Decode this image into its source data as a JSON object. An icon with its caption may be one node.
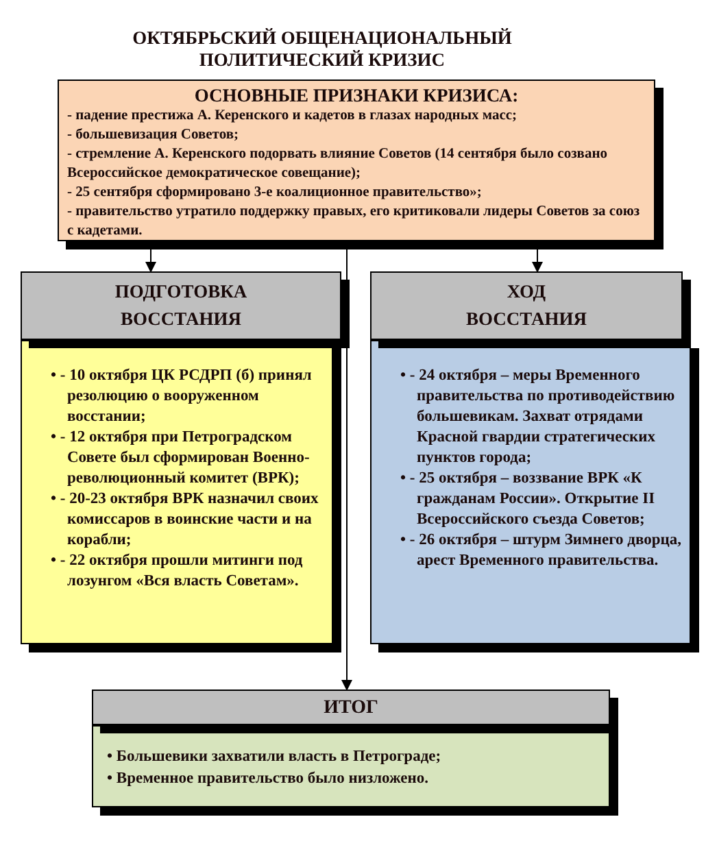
{
  "diagram": {
    "title": "ОКТЯБРЬСКИЙ ОБЩЕНАЦИОНАЛЬНЫЙ ПОЛИТИЧЕСКИЙ КРИЗИС",
    "nodes": [
      {
        "text": [
          "ОСНОВНЫЕ ПРИЗНАКИ КРИЗИСА:",
          "- падение престижа А. Керенского и кадетов в глазах народных масс;",
          "- большевизация Советов;",
          "- стремление А. Керенского подорвать влияние Советов (14 сентября было созвано Всероссийское демократическое совещание);",
          "- 25 сентября сформировано 3-е коалиционное правительство»;",
          "- правительство утратило поддержку правых, его критиковали лидеры Советов за союз с кадетами."
        ]
      },
      {
        "text": [
          "ПОДГОТОВКА ВОССТАНИЯ"
        ]
      },
      {
        "text": [
          "• - 10 октября ЦК РСДРП (б) принял резолюцию о вооруженном восстании;",
          "• - 12 октября при Петроградском Совете был сформирован Военно-революционный комитет (ВРК);",
          "• - 20-23 октября ВРК назначил своих комиссаров в воинские части и на корабли;",
          "• - 22 октября прошли митинги под лозунгом «Вся власть Советам»."
        ]
      },
      {
        "text": [
          "ХОД ВОССТАНИЯ"
        ]
      },
      {
        "text": [
          "• - 24 октября – меры Временного правительства по противодействию большевикам. Захват отрядами Красной гвардии стратегических пунктов города;",
          "• - 25 октября – воззвание ВРК «К гражданам России». Открытие II Всероссийского съезда Советов;",
          "• - 26 октября – штурм Зимнего дворца, арест Временного правительства."
        ]
      },
      {
        "text": [
          "ИТОГ"
        ]
      },
      {
        "text": [
          "• Большевики захватили власть в Петрограде;",
          "• Временное правительство было низложено."
        ]
      }
    ],
    "edges": [
      {
        "from": 0,
        "to": 1,
        "arrow": "to"
      },
      {
        "from": 0,
        "to": 3,
        "arrow": "to"
      },
      {
        "from": 0,
        "to": 5,
        "arrow": "to"
      }
    ]
  }
}
